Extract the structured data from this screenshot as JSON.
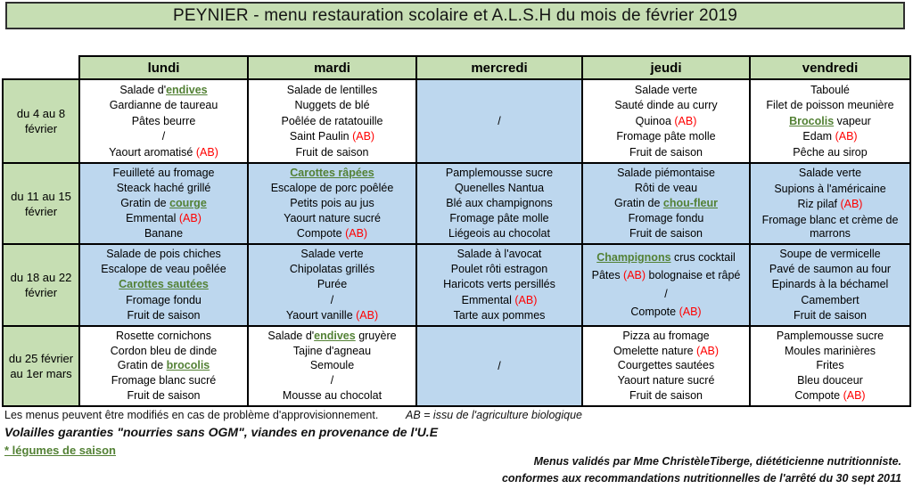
{
  "title": "PEYNIER - menu restauration scolaire et A.L.S.H du mois de février 2019",
  "colors": {
    "header_green": "#c6deb3",
    "cell_blue": "#bdd7ee",
    "seasonal_vegetable_green": "#538135",
    "organic_red": "#ff0000"
  },
  "table": {
    "day_headers": [
      "lundi",
      "mardi",
      "mercredi",
      "jeudi",
      "vendredi"
    ],
    "weeks": [
      {
        "label_lines": [
          "du 4 au 8",
          "février"
        ],
        "cells": [
          {
            "bg": "white",
            "lines": [
              [
                {
                  "t": "Salade d'"
                },
                {
                  "t": "endives",
                  "s": "green"
                }
              ],
              [
                {
                  "t": "Gardianne de taureau"
                }
              ],
              [
                {
                  "t": "Pâtes beurre"
                }
              ],
              [
                {
                  "t": "/"
                }
              ],
              [
                {
                  "t": "Yaourt aromatisé "
                },
                {
                  "t": "(AB)",
                  "s": "red"
                }
              ]
            ]
          },
          {
            "bg": "white",
            "lines": [
              [
                {
                  "t": "Salade de lentilles"
                }
              ],
              [
                {
                  "t": "Nuggets de blé"
                }
              ],
              [
                {
                  "t": "Poêlée de ratatouille"
                }
              ],
              [
                {
                  "t": "Saint Paulin "
                },
                {
                  "t": "(AB)",
                  "s": "red"
                }
              ],
              [
                {
                  "t": "Fruit de saison"
                }
              ]
            ]
          },
          {
            "bg": "blue",
            "lines": [
              [
                {
                  "t": "/"
                }
              ]
            ]
          },
          {
            "bg": "white",
            "lines": [
              [
                {
                  "t": "Salade verte"
                }
              ],
              [
                {
                  "t": "Sauté dinde au curry"
                }
              ],
              [
                {
                  "t": "Quinoa "
                },
                {
                  "t": "(AB)",
                  "s": "red"
                }
              ],
              [
                {
                  "t": "Fromage pâte molle"
                }
              ],
              [
                {
                  "t": "Fruit de saison"
                }
              ]
            ]
          },
          {
            "bg": "white",
            "lines": [
              [
                {
                  "t": "Taboulé"
                }
              ],
              [
                {
                  "t": "Filet de poisson meunière"
                }
              ],
              [
                {
                  "t": "Brocolis",
                  "s": "green"
                },
                {
                  "t": " vapeur"
                }
              ],
              [
                {
                  "t": "Edam "
                },
                {
                  "t": "(AB)",
                  "s": "red"
                }
              ],
              [
                {
                  "t": "Pêche au sirop"
                }
              ]
            ]
          }
        ]
      },
      {
        "label_lines": [
          "du 11 au 15",
          "février"
        ],
        "cells": [
          {
            "bg": "blue",
            "lines": [
              [
                {
                  "t": "Feuilleté au fromage"
                }
              ],
              [
                {
                  "t": "Steack haché grillé"
                }
              ],
              [
                {
                  "t": "Gratin de "
                },
                {
                  "t": "courge",
                  "s": "green"
                }
              ],
              [
                {
                  "t": "Emmental "
                },
                {
                  "t": "(AB)",
                  "s": "red"
                }
              ],
              [
                {
                  "t": "Banane"
                }
              ]
            ]
          },
          {
            "bg": "blue",
            "lines": [
              [
                {
                  "t": "Carottes râpées",
                  "s": "green"
                }
              ],
              [
                {
                  "t": "Escalope de porc poêlée"
                }
              ],
              [
                {
                  "t": "Petits pois au jus"
                }
              ],
              [
                {
                  "t": "Yaourt nature sucré"
                }
              ],
              [
                {
                  "t": "Compote "
                },
                {
                  "t": "(AB)",
                  "s": "red"
                }
              ]
            ]
          },
          {
            "bg": "blue",
            "lines": [
              [
                {
                  "t": "Pamplemousse sucre"
                }
              ],
              [
                {
                  "t": "Quenelles Nantua"
                }
              ],
              [
                {
                  "t": "Blé aux champignons"
                }
              ],
              [
                {
                  "t": "Fromage pâte molle"
                }
              ],
              [
                {
                  "t": "Liégeois au chocolat"
                }
              ]
            ]
          },
          {
            "bg": "blue",
            "lines": [
              [
                {
                  "t": "Salade piémontaise"
                }
              ],
              [
                {
                  "t": "Rôti de veau"
                }
              ],
              [
                {
                  "t": "Gratin de "
                },
                {
                  "t": "chou-fleur",
                  "s": "green"
                }
              ],
              [
                {
                  "t": "Fromage fondu"
                }
              ],
              [
                {
                  "t": "Fruit de saison"
                }
              ]
            ]
          },
          {
            "bg": "blue",
            "lines": [
              [
                {
                  "t": "Salade verte"
                }
              ],
              [
                {
                  "t": "Supions à l'américaine"
                }
              ],
              [
                {
                  "t": "Riz pilaf "
                },
                {
                  "t": "(AB)",
                  "s": "red"
                }
              ],
              [
                {
                  "t": "Fromage blanc et crème de marrons"
                }
              ]
            ]
          }
        ]
      },
      {
        "label_lines": [
          "du 18 au 22",
          "février"
        ],
        "cells": [
          {
            "bg": "blue",
            "lines": [
              [
                {
                  "t": "Salade de pois chiches"
                }
              ],
              [
                {
                  "t": "Escalope de veau poêlée"
                }
              ],
              [
                {
                  "t": "Carottes sautées",
                  "s": "green"
                }
              ],
              [
                {
                  "t": "Fromage fondu"
                }
              ],
              [
                {
                  "t": "Fruit de saison"
                }
              ]
            ]
          },
          {
            "bg": "blue",
            "lines": [
              [
                {
                  "t": "Salade verte"
                }
              ],
              [
                {
                  "t": "Chipolatas grillés"
                }
              ],
              [
                {
                  "t": "Purée"
                }
              ],
              [
                {
                  "t": "/"
                }
              ],
              [
                {
                  "t": "Yaourt vanille "
                },
                {
                  "t": "(AB)",
                  "s": "red"
                }
              ]
            ]
          },
          {
            "bg": "blue",
            "lines": [
              [
                {
                  "t": "Salade à l'avocat"
                }
              ],
              [
                {
                  "t": "Poulet rôti estragon"
                }
              ],
              [
                {
                  "t": "Haricots verts persillés"
                }
              ],
              [
                {
                  "t": "Emmental "
                },
                {
                  "t": "(AB)",
                  "s": "red"
                }
              ],
              [
                {
                  "t": "Tarte aux pommes"
                }
              ]
            ]
          },
          {
            "bg": "blue",
            "lines": [
              [
                {
                  "t": "Champignons",
                  "s": "green"
                },
                {
                  "t": " crus cocktail"
                }
              ],
              [
                {
                  "t": "Pâtes "
                },
                {
                  "t": "(AB)",
                  "s": "red"
                },
                {
                  "t": " bolognaise et râpé"
                }
              ],
              [
                {
                  "t": "/"
                }
              ],
              [
                {
                  "t": "Compote "
                },
                {
                  "t": "(AB)",
                  "s": "red"
                }
              ]
            ]
          },
          {
            "bg": "blue",
            "lines": [
              [
                {
                  "t": "Soupe de vermicelle"
                }
              ],
              [
                {
                  "t": "Pavé de saumon au four"
                }
              ],
              [
                {
                  "t": "Epinards à la béchamel"
                }
              ],
              [
                {
                  "t": "Camembert"
                }
              ],
              [
                {
                  "t": "Fruit de saison"
                }
              ]
            ]
          }
        ]
      },
      {
        "label_lines": [
          "du 25 février",
          "au 1er mars"
        ],
        "cells": [
          {
            "bg": "white",
            "lines": [
              [
                {
                  "t": "Rosette cornichons"
                }
              ],
              [
                {
                  "t": "Cordon bleu de dinde"
                }
              ],
              [
                {
                  "t": "Gratin de "
                },
                {
                  "t": "brocolis",
                  "s": "green"
                }
              ],
              [
                {
                  "t": "Fromage blanc sucré"
                }
              ],
              [
                {
                  "t": "Fruit de saison"
                }
              ]
            ]
          },
          {
            "bg": "white",
            "lines": [
              [
                {
                  "t": "Salade d'"
                },
                {
                  "t": "endives",
                  "s": "green"
                },
                {
                  "t": " gruyère"
                }
              ],
              [
                {
                  "t": "Tajine d'agneau"
                }
              ],
              [
                {
                  "t": "Semoule"
                }
              ],
              [
                {
                  "t": "/"
                }
              ],
              [
                {
                  "t": "Mousse au chocolat"
                }
              ]
            ]
          },
          {
            "bg": "blue",
            "lines": [
              [
                {
                  "t": "/"
                }
              ]
            ]
          },
          {
            "bg": "white",
            "lines": [
              [
                {
                  "t": "Pizza au fromage"
                }
              ],
              [
                {
                  "t": "Omelette nature "
                },
                {
                  "t": "(AB)",
                  "s": "red"
                }
              ],
              [
                {
                  "t": "Courgettes sautées"
                }
              ],
              [
                {
                  "t": "Yaourt nature sucré"
                }
              ],
              [
                {
                  "t": "Fruit de saison"
                }
              ]
            ]
          },
          {
            "bg": "white",
            "lines": [
              [
                {
                  "t": "Pamplemousse sucre"
                }
              ],
              [
                {
                  "t": "Moules marinières"
                }
              ],
              [
                {
                  "t": "Frites"
                }
              ],
              [
                {
                  "t": "Bleu douceur"
                }
              ],
              [
                {
                  "t": "Compote "
                },
                {
                  "t": "(AB)",
                  "s": "red"
                }
              ]
            ]
          }
        ]
      }
    ]
  },
  "footer": {
    "note": "Les menus peuvent être modifiés en cas de problème d'approvisionnement.",
    "ab_legend": "AB = issu de l'agriculture biologique",
    "guarantee": "Volailles garanties \"nourries sans OGM\",  viandes en provenance de l'U.E",
    "seasonal": "* légumes de saison",
    "validated_1": "Menus validés par Mme ChristèleTiberge, diététicienne nutritionniste.",
    "validated_2": "conformes aux recommandations nutritionnelles de l'arrêté du 30 sept 2011"
  }
}
